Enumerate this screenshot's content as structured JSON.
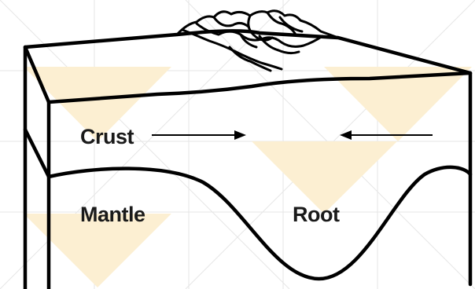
{
  "labels": {
    "crust": "Crust",
    "mantle": "Mantle",
    "root": "Root"
  },
  "colors": {
    "outline": "#000000",
    "text": "#1a1a1a",
    "background": "#ffffff",
    "watermark_fill": "#fcefd2",
    "watermark_grid": "#e6e6e6"
  },
  "arrows": {
    "left": "points-right",
    "right": "points-left"
  }
}
